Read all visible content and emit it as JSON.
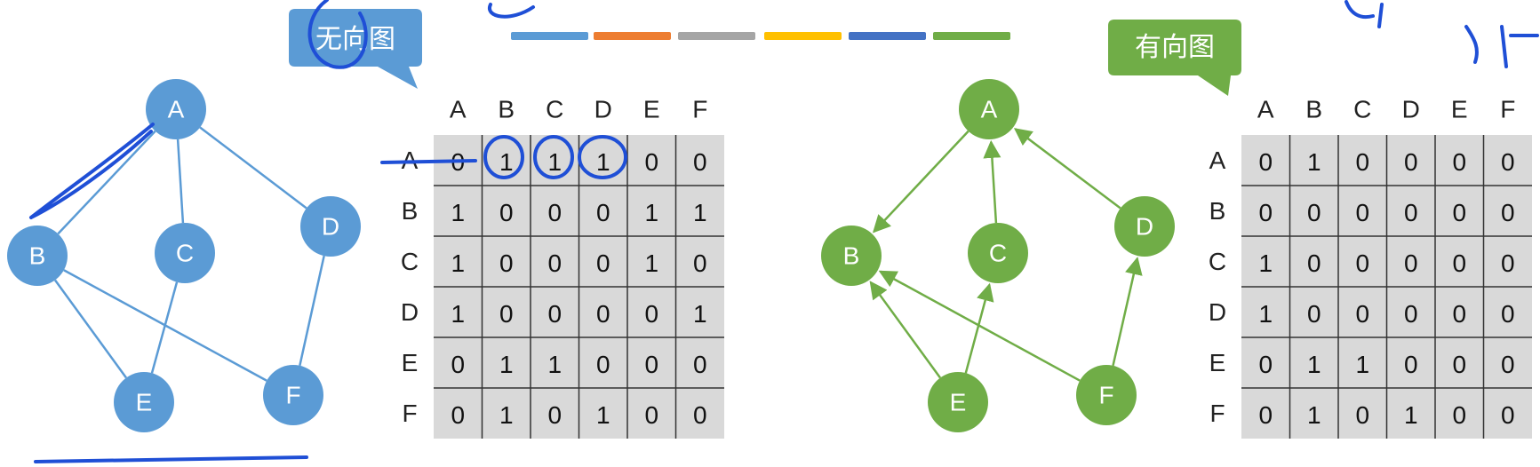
{
  "undirected": {
    "callout": "无向图",
    "color": "#5b9bd5",
    "edge_color": "#5b9bd5",
    "nodes": [
      "A",
      "B",
      "C",
      "D",
      "E",
      "F"
    ],
    "edges": [
      [
        "A",
        "B"
      ],
      [
        "A",
        "C"
      ],
      [
        "A",
        "D"
      ],
      [
        "B",
        "E"
      ],
      [
        "B",
        "F"
      ],
      [
        "C",
        "E"
      ],
      [
        "D",
        "F"
      ]
    ],
    "col_headers": [
      "A",
      "B",
      "C",
      "D",
      "E",
      "F"
    ],
    "row_headers": [
      "A",
      "B",
      "C",
      "D",
      "E",
      "F"
    ],
    "matrix": [
      [
        "0",
        "1",
        "1",
        "1",
        "0",
        "0"
      ],
      [
        "1",
        "0",
        "0",
        "0",
        "1",
        "1"
      ],
      [
        "1",
        "0",
        "0",
        "0",
        "1",
        "0"
      ],
      [
        "1",
        "0",
        "0",
        "0",
        "0",
        "1"
      ],
      [
        "0",
        "1",
        "1",
        "0",
        "0",
        "0"
      ],
      [
        "0",
        "1",
        "0",
        "1",
        "0",
        "0"
      ]
    ]
  },
  "directed": {
    "callout": "有向图",
    "color": "#70ad47",
    "edge_color": "#70ad47",
    "nodes": [
      "A",
      "B",
      "C",
      "D",
      "E",
      "F"
    ],
    "edges": [
      [
        "A",
        "B"
      ],
      [
        "C",
        "A"
      ],
      [
        "D",
        "A"
      ],
      [
        "E",
        "B"
      ],
      [
        "E",
        "C"
      ],
      [
        "F",
        "B"
      ],
      [
        "F",
        "D"
      ]
    ],
    "col_headers": [
      "A",
      "B",
      "C",
      "D",
      "E",
      "F"
    ],
    "row_headers": [
      "A",
      "B",
      "C",
      "D",
      "E",
      "F"
    ],
    "matrix": [
      [
        "0",
        "1",
        "0",
        "0",
        "0",
        "0"
      ],
      [
        "0",
        "0",
        "0",
        "0",
        "0",
        "0"
      ],
      [
        "1",
        "0",
        "0",
        "0",
        "0",
        "0"
      ],
      [
        "1",
        "0",
        "0",
        "0",
        "0",
        "0"
      ],
      [
        "0",
        "1",
        "1",
        "0",
        "0",
        "0"
      ],
      [
        "0",
        "1",
        "0",
        "1",
        "0",
        "0"
      ]
    ]
  },
  "title_bar_colors": [
    "#5b9bd5",
    "#ed7d31",
    "#a5a5a5",
    "#ffc000",
    "#4472c4",
    "#70ad47"
  ],
  "cell_fill": "#d9d9d9",
  "grid_color": "#333333"
}
